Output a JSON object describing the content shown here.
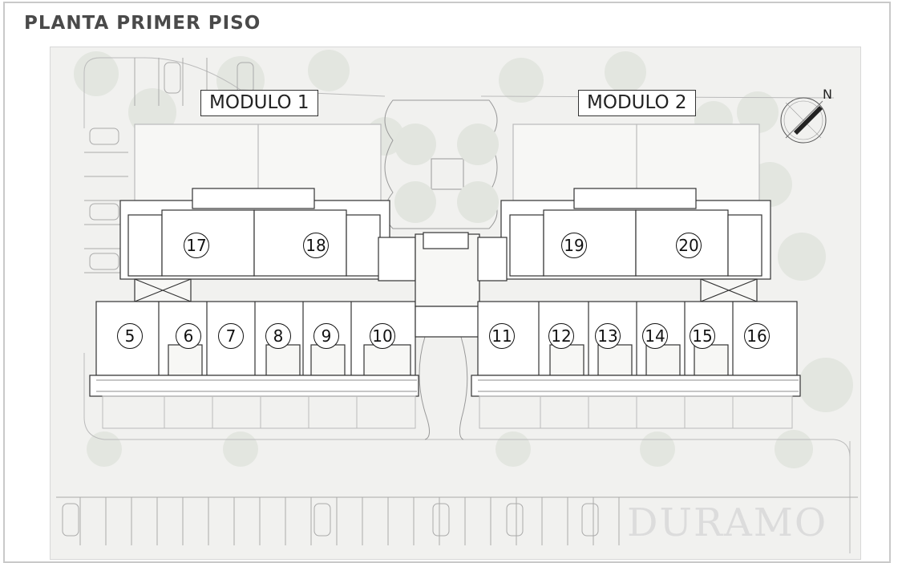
{
  "title": "PLANTA PRIMER PISO",
  "modules": [
    {
      "label": "MODULO 1"
    },
    {
      "label": "MODULO 2"
    }
  ],
  "units": [
    "17",
    "18",
    "19",
    "20",
    "5",
    "6",
    "7",
    "8",
    "9",
    "10",
    "11",
    "12",
    "13",
    "14",
    "15",
    "16"
  ],
  "north_label": "N",
  "watermark": "DURAMO",
  "colors": {
    "line": "#333333",
    "background": "#f1f1ef",
    "tree": "#e2e5df"
  }
}
